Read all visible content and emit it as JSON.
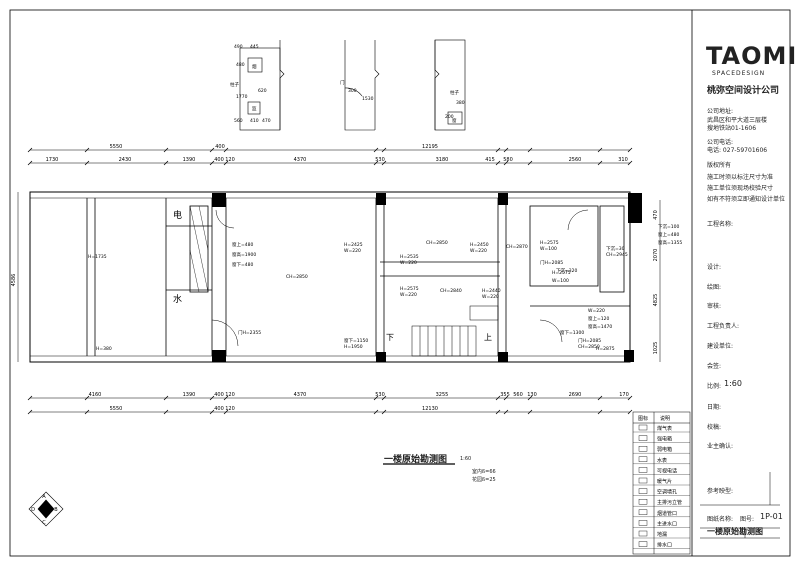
{
  "company": {
    "logo_text": "TAOMI",
    "logo_sub": "SPACEDESIGN",
    "name": "桃弥空间设计公司",
    "address_label": "公司地址:",
    "address_line1": "武昌区和平大道三层楼",
    "address_line2": "搜地铁站01-1606",
    "phone_label": "公司电话:",
    "phone": "电话: 027-59701606",
    "rights_title": "版权所有",
    "rights_lines": [
      "施工时须以标注尺寸为准",
      "施工单位须现场校验尺寸",
      "如有不符须立即通知设计单位"
    ]
  },
  "title_block": {
    "project_name": "工程名称:",
    "design": "设计:",
    "drawing": "绘图:",
    "review": "审核:",
    "manager": "工程负责人:",
    "builder": "建设单位:",
    "sign": "会签:",
    "scale_label": "比例:",
    "scale_value": "1:60",
    "date": "日期:",
    "proofread": "校稿:",
    "owner_confirm": "业主确认:",
    "reference": "参考映型:",
    "sheet_name_label": "图纸名称:",
    "sheet_no_label": "图号:",
    "sheet_no": "1P-01",
    "sheet_name": "一楼原始勘测图"
  },
  "plan": {
    "title": "一楼原始勘测图",
    "scale": "1:60",
    "notes": [
      "室内ß=66",
      "花园ß=25"
    ],
    "room_labels": {
      "elec": "电",
      "water": "水",
      "down": "下",
      "up": "上"
    },
    "top_dims_1": [
      "5550",
      "400",
      "12195"
    ],
    "top_dims_2": [
      "1730",
      "2430",
      "1390",
      "400",
      "120",
      "4370",
      "530",
      "3180",
      "415",
      "580",
      "2560",
      "310"
    ],
    "bottom_dims_1": [
      "4160",
      "1390",
      "400",
      "120",
      "4370",
      "530",
      "3255",
      "355",
      "560",
      "130",
      "2690",
      "170"
    ],
    "bottom_dims_2": [
      "5550",
      "400",
      "120",
      "12130"
    ],
    "left_dim": "4586",
    "right_dims": [
      "470",
      "2070",
      "4825",
      "1025"
    ],
    "annotations": [
      "H=1735",
      "H=380",
      "窗上=480",
      "窗高=1900",
      "窗下=480",
      "CH=2850",
      "门H=2355",
      "H=2425",
      "W=220",
      "H=2535",
      "W=220",
      "CH=2850",
      "H=2450",
      "W=220",
      "CH=2870",
      "H=2575",
      "W=100",
      "门H=2085",
      "H=2575",
      "W=220",
      "CH=2840",
      "H=2440",
      "W=220",
      "H=2575",
      "W=100",
      "下沉=30",
      "CH=2945",
      "下沉=100",
      "窗上=480",
      "窗高=1355",
      "窗下=1150",
      "H=1950",
      "W=220",
      "窗上=120",
      "窗高=1470",
      "窗下=1300",
      "门H=2085",
      "CH=2850",
      "下沉=320",
      "H=2875",
      "H=2085"
    ],
    "detail_labels": [
      "490",
      "445",
      "480",
      "1770",
      "560",
      "410",
      "470",
      "620",
      "柱子",
      "烟",
      "监",
      "门",
      "300",
      "1530",
      "柱子",
      "380",
      "200",
      "窗"
    ]
  },
  "legend": {
    "header_symbol": "图标",
    "header_desc": "说明",
    "items": [
      "煤气表",
      "强电箱",
      "弱电箱",
      "水表",
      "可视电话",
      "暖气片",
      "空调墙孔",
      "主排污立管",
      "烟道管口",
      "主进水口",
      "地漏",
      "排水口"
    ]
  },
  "compass": [
    "A",
    "B",
    "C",
    "D"
  ]
}
